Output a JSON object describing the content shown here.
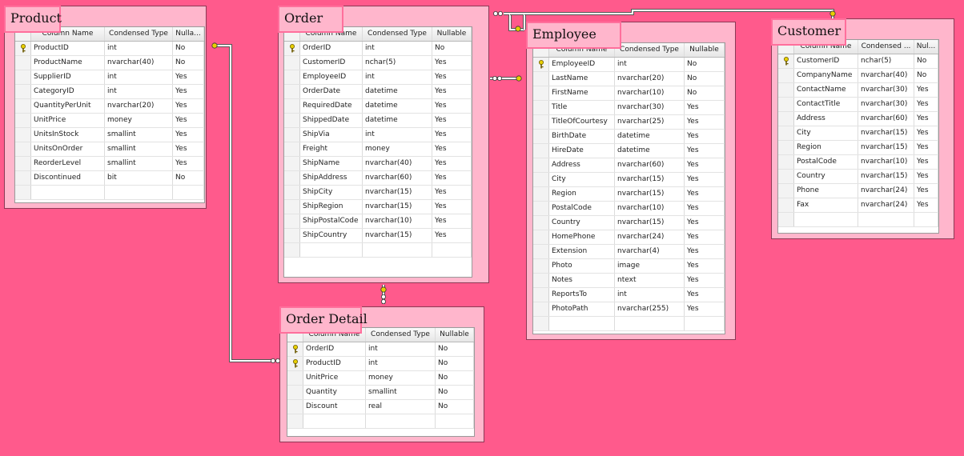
{
  "headers": [
    "Column Name",
    "Condensed Type",
    "Nullable"
  ],
  "tables": [
    {
      "title": "Product",
      "header_labels": [
        "Column Name",
        "Condensed Type",
        "Nulla..."
      ],
      "columns": [
        {
          "name": "ProductID",
          "type": "int",
          "nullable": "No",
          "key": true
        },
        {
          "name": "ProductName",
          "type": "nvarchar(40)",
          "nullable": "No"
        },
        {
          "name": "SupplierID",
          "type": "int",
          "nullable": "Yes"
        },
        {
          "name": "CategoryID",
          "type": "int",
          "nullable": "Yes"
        },
        {
          "name": "QuantityPerUnit",
          "type": "nvarchar(20)",
          "nullable": "Yes"
        },
        {
          "name": "UnitPrice",
          "type": "money",
          "nullable": "Yes"
        },
        {
          "name": "UnitsInStock",
          "type": "smallint",
          "nullable": "Yes"
        },
        {
          "name": "UnitsOnOrder",
          "type": "smallint",
          "nullable": "Yes"
        },
        {
          "name": "ReorderLevel",
          "type": "smallint",
          "nullable": "Yes"
        },
        {
          "name": "Discontinued",
          "type": "bit",
          "nullable": "No"
        }
      ]
    },
    {
      "title": "Order",
      "header_labels": [
        "Column Name",
        "Condensed Type",
        "Nullable"
      ],
      "columns": [
        {
          "name": "OrderID",
          "type": "int",
          "nullable": "No",
          "key": true
        },
        {
          "name": "CustomerID",
          "type": "nchar(5)",
          "nullable": "Yes"
        },
        {
          "name": "EmployeeID",
          "type": "int",
          "nullable": "Yes"
        },
        {
          "name": "OrderDate",
          "type": "datetime",
          "nullable": "Yes"
        },
        {
          "name": "RequiredDate",
          "type": "datetime",
          "nullable": "Yes"
        },
        {
          "name": "ShippedDate",
          "type": "datetime",
          "nullable": "Yes"
        },
        {
          "name": "ShipVia",
          "type": "int",
          "nullable": "Yes"
        },
        {
          "name": "Freight",
          "type": "money",
          "nullable": "Yes"
        },
        {
          "name": "ShipName",
          "type": "nvarchar(40)",
          "nullable": "Yes"
        },
        {
          "name": "ShipAddress",
          "type": "nvarchar(60)",
          "nullable": "Yes"
        },
        {
          "name": "ShipCity",
          "type": "nvarchar(15)",
          "nullable": "Yes"
        },
        {
          "name": "ShipRegion",
          "type": "nvarchar(15)",
          "nullable": "Yes"
        },
        {
          "name": "ShipPostalCode",
          "type": "nvarchar(10)",
          "nullable": "Yes"
        },
        {
          "name": "ShipCountry",
          "type": "nvarchar(15)",
          "nullable": "Yes"
        }
      ]
    },
    {
      "title": "Employee",
      "header_labels": [
        "Column Name",
        "Condensed Type",
        "Nullable"
      ],
      "columns": [
        {
          "name": "EmployeeID",
          "type": "int",
          "nullable": "No",
          "key": true
        },
        {
          "name": "LastName",
          "type": "nvarchar(20)",
          "nullable": "No"
        },
        {
          "name": "FirstName",
          "type": "nvarchar(10)",
          "nullable": "No"
        },
        {
          "name": "Title",
          "type": "nvarchar(30)",
          "nullable": "Yes"
        },
        {
          "name": "TitleOfCourtesy",
          "type": "nvarchar(25)",
          "nullable": "Yes"
        },
        {
          "name": "BirthDate",
          "type": "datetime",
          "nullable": "Yes"
        },
        {
          "name": "HireDate",
          "type": "datetime",
          "nullable": "Yes"
        },
        {
          "name": "Address",
          "type": "nvarchar(60)",
          "nullable": "Yes"
        },
        {
          "name": "City",
          "type": "nvarchar(15)",
          "nullable": "Yes"
        },
        {
          "name": "Region",
          "type": "nvarchar(15)",
          "nullable": "Yes"
        },
        {
          "name": "PostalCode",
          "type": "nvarchar(10)",
          "nullable": "Yes"
        },
        {
          "name": "Country",
          "type": "nvarchar(15)",
          "nullable": "Yes"
        },
        {
          "name": "HomePhone",
          "type": "nvarchar(24)",
          "nullable": "Yes"
        },
        {
          "name": "Extension",
          "type": "nvarchar(4)",
          "nullable": "Yes"
        },
        {
          "name": "Photo",
          "type": "image",
          "nullable": "Yes"
        },
        {
          "name": "Notes",
          "type": "ntext",
          "nullable": "Yes"
        },
        {
          "name": "ReportsTo",
          "type": "int",
          "nullable": "Yes"
        },
        {
          "name": "PhotoPath",
          "type": "nvarchar(255)",
          "nullable": "Yes"
        }
      ]
    },
    {
      "title": "Customer",
      "header_labels": [
        "Column Name",
        "Condensed ...",
        "Nul..."
      ],
      "columns": [
        {
          "name": "CustomerID",
          "type": "nchar(5)",
          "nullable": "No",
          "key": true
        },
        {
          "name": "CompanyName",
          "type": "nvarchar(40)",
          "nullable": "No"
        },
        {
          "name": "ContactName",
          "type": "nvarchar(30)",
          "nullable": "Yes"
        },
        {
          "name": "ContactTitle",
          "type": "nvarchar(30)",
          "nullable": "Yes"
        },
        {
          "name": "Address",
          "type": "nvarchar(60)",
          "nullable": "Yes"
        },
        {
          "name": "City",
          "type": "nvarchar(15)",
          "nullable": "Yes"
        },
        {
          "name": "Region",
          "type": "nvarchar(15)",
          "nullable": "Yes"
        },
        {
          "name": "PostalCode",
          "type": "nvarchar(10)",
          "nullable": "Yes"
        },
        {
          "name": "Country",
          "type": "nvarchar(15)",
          "nullable": "Yes"
        },
        {
          "name": "Phone",
          "type": "nvarchar(24)",
          "nullable": "Yes"
        },
        {
          "name": "Fax",
          "type": "nvarchar(24)",
          "nullable": "Yes"
        }
      ]
    },
    {
      "title": "Order Detail",
      "header_labels": [
        "Column Name",
        "Condensed Type",
        "Nullable"
      ],
      "columns": [
        {
          "name": "OrderID",
          "type": "int",
          "nullable": "No",
          "key": true
        },
        {
          "name": "ProductID",
          "type": "int",
          "nullable": "No",
          "key": true
        },
        {
          "name": "UnitPrice",
          "type": "money",
          "nullable": "No"
        },
        {
          "name": "Quantity",
          "type": "smallint",
          "nullable": "No"
        },
        {
          "name": "Discount",
          "type": "real",
          "nullable": "No"
        }
      ]
    }
  ],
  "colors": {
    "background": "#FF5A8C",
    "table_frame": "#FFB6CC",
    "title_border": "#FF6F9C",
    "connector": "#FFFFFF",
    "key_icon": "#E8D000"
  }
}
